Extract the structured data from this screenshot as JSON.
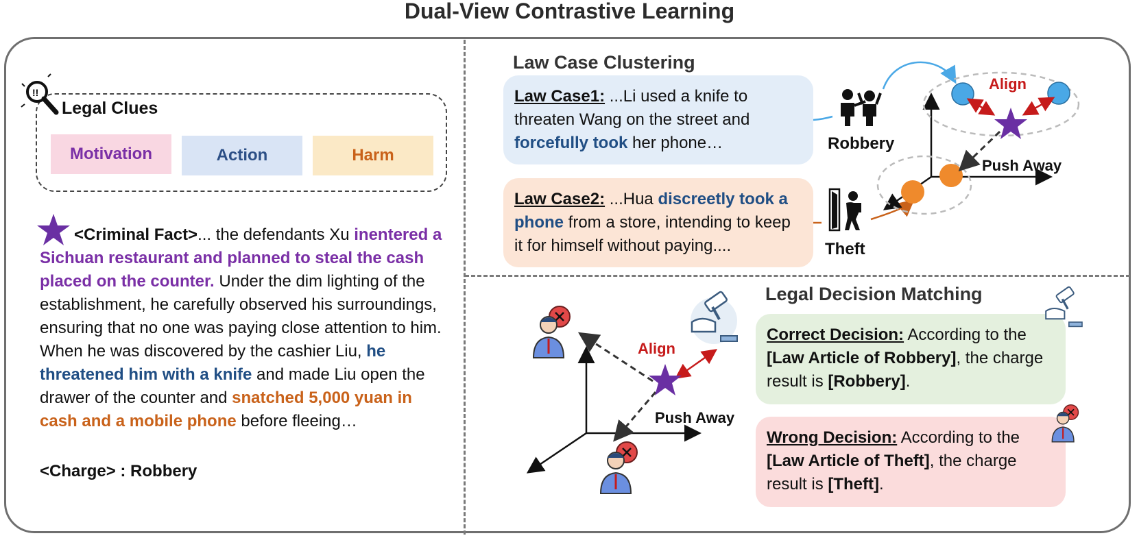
{
  "title": "Dual-View Contrastive Learning",
  "legal_clues": {
    "title": "Legal Clues",
    "chips": {
      "motivation": "Motivation",
      "action": "Action",
      "harm": "Harm"
    }
  },
  "criminal_fact": {
    "tag": "<Criminal Fact>",
    "part1": "... the defendants Xu ",
    "motivation_text": "inentered a Sichuan restaurant and planned to steal the cash placed on the counter.",
    "part2": " Under the dim lighting of the establishment, he carefully observed his surroundings, ensuring that no one was paying close attention to him. When he was discovered by the cashier Liu, ",
    "action_text": "he threatened him with a knife",
    "part3": " and made Liu open the drawer of the counter and ",
    "harm_text": "snatched 5,000 yuan in cash and a mobile phone",
    "part4": " before fleeing…"
  },
  "charge_line": "<Charge> : Robbery",
  "law_case_clustering": {
    "title": "Law Case Clustering",
    "case1": {
      "label": "Law Case1:",
      "text1": " ...Li used a knife to threaten Wang on the street and ",
      "highlight": "forcefully took",
      "text2": " her phone…"
    },
    "case2": {
      "label": "Law Case2:",
      "text1": " ...Hua ",
      "highlight": "discreetly took a phone",
      "text2": " from a store, intending to keep it for himself without paying...."
    },
    "robbery_label": "Robbery",
    "theft_label": "Theft",
    "align_label": "Align",
    "push_away_label": "Push Away"
  },
  "legal_decision_matching": {
    "title": "Legal Decision Matching",
    "align_label": "Align",
    "push_away_label": "Push Away",
    "correct": {
      "label": "Correct Decision:",
      "text1": " According to the ",
      "article": "[Law Article of Robbery]",
      "text2": ", the charge result is ",
      "result": "[Robbery]",
      "text3": "."
    },
    "wrong": {
      "label": "Wrong Decision:",
      "text1": " According to the ",
      "article": "[Law Article of Theft]",
      "text2": ", the charge result is ",
      "result": "[Theft]",
      "text3": "."
    }
  },
  "colors": {
    "motivation": "#7a2fa6",
    "action": "#204e84",
    "harm": "#c9621a",
    "align": "#c61b1b",
    "star": "#6a2fa3",
    "robbery_node": "#4aa8e6",
    "theft_node": "#ef8a2c"
  },
  "icons": [
    "magnifier-icon",
    "robbery-people-icon",
    "theft-person-icon",
    "star-icon",
    "gavel-icon",
    "rejected-person-icon"
  ]
}
